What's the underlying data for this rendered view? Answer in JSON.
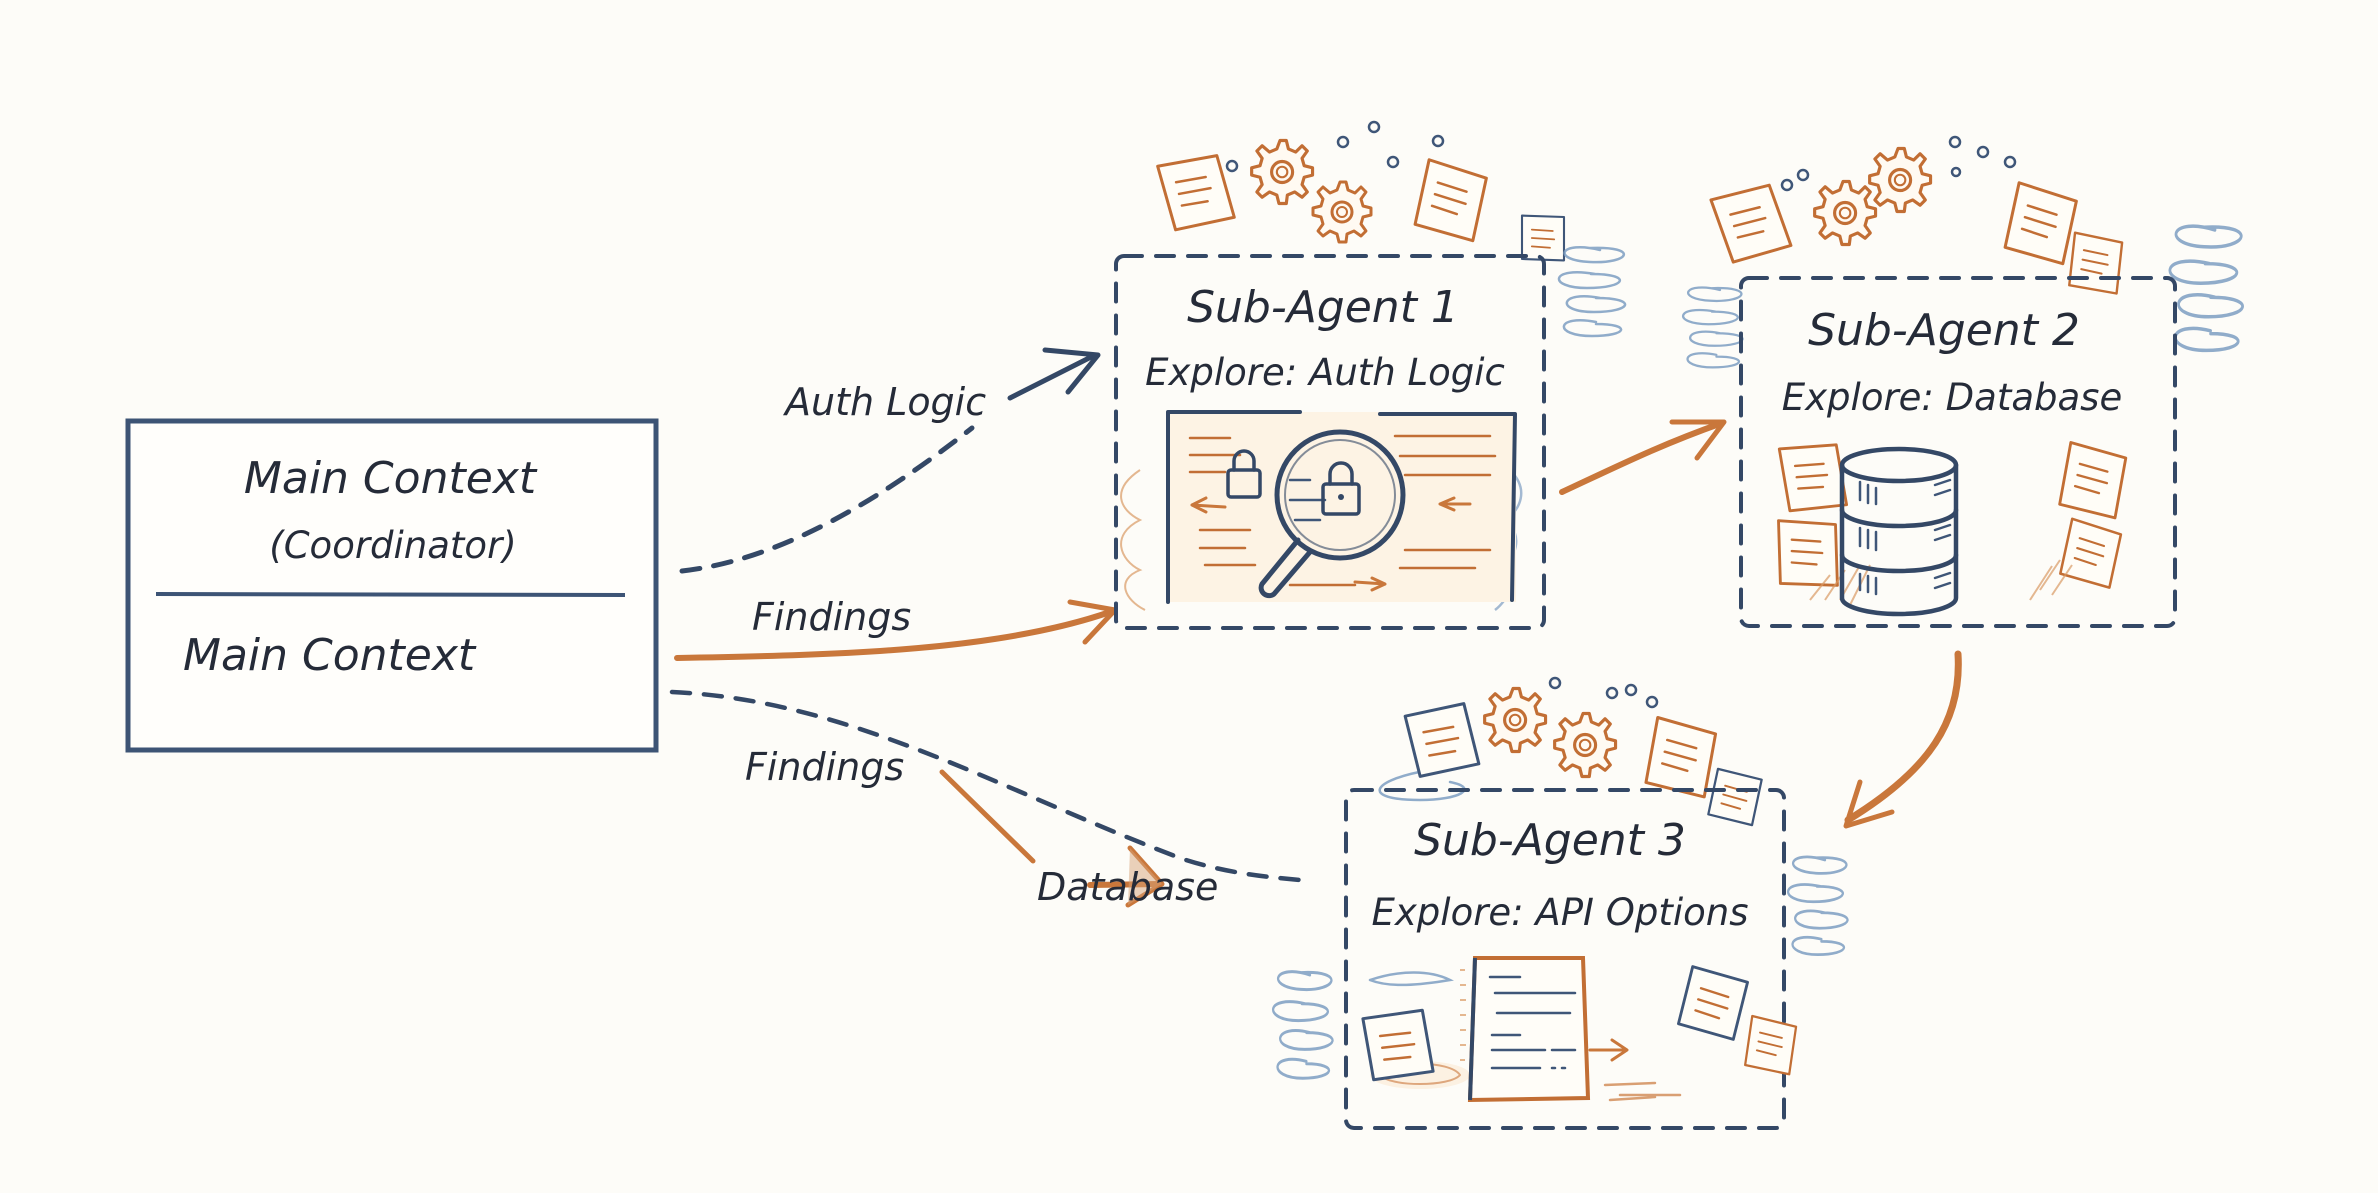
{
  "diagram": {
    "type": "sub-agent delegation flow",
    "main_context": {
      "title": "Main Context",
      "subtitle": "(Coordinator)",
      "section_label": "Main Context"
    },
    "sub_agents": [
      {
        "id": 1,
        "title": "Sub-Agent 1",
        "task": "Explore: Auth Logic",
        "illustration": "magnifier-lock-icon"
      },
      {
        "id": 2,
        "title": "Sub-Agent 2",
        "task": "Explore: Database",
        "illustration": "database-icon"
      },
      {
        "id": 3,
        "title": "Sub-Agent 3",
        "task": "Explore: API Options",
        "illustration": "document-icon"
      }
    ],
    "edges": [
      {
        "from": "main_context",
        "to": "sub_agent_1",
        "label": "Auth Logic",
        "style": "dashed",
        "color": "#344866"
      },
      {
        "from": "main_context",
        "to": "sub_agent_1",
        "label": "Findings",
        "style": "solid",
        "color": "#c9773b"
      },
      {
        "from": "main_context",
        "to": "sub_agent_3",
        "label": "Findings",
        "style": "dashed",
        "color": "#344866"
      },
      {
        "from": "main_context",
        "to": "sub_agent_3",
        "label": "Database",
        "style": "solid",
        "color": "#c9773b"
      },
      {
        "from": "sub_agent_1",
        "to": "sub_agent_2",
        "label": "",
        "style": "solid",
        "color": "#c9773b"
      },
      {
        "from": "sub_agent_2",
        "to": "sub_agent_3",
        "label": "",
        "style": "solid",
        "color": "#c9773b"
      }
    ],
    "labels": {
      "auth_logic": "Auth Logic",
      "findings_top": "Findings",
      "findings_bottom": "Findings",
      "database": "Database"
    },
    "colors": {
      "background": "#fdfcf8",
      "ink": "#344866",
      "accent_orange": "#c9773b",
      "scribble_blue": "#7c9dc2",
      "text": "#252b38"
    }
  }
}
